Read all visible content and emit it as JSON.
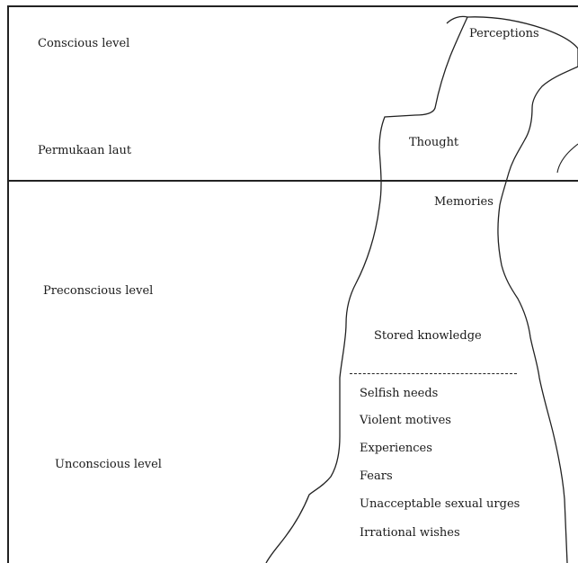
{
  "levels": {
    "conscious": "Conscious level",
    "sea_surface": "Permukaan laut",
    "preconscious": "Preconscious level",
    "unconscious": "Unconscious level"
  },
  "contents": {
    "perceptions": "Perceptions",
    "thought": "Thought",
    "memories": "Memories",
    "stored_knowledge": "Stored knowledge",
    "selfish_needs": "Selfish needs",
    "violent_motives": "Violent motives",
    "experiences": "Experiences",
    "fears": "Fears",
    "unacceptable_sexual_urges": "Unacceptable sexual urges",
    "irrational_wishes": "Irrational wishes"
  },
  "colors": {
    "line": "#222222",
    "text": "#1a1a1a",
    "background": "#ffffff"
  }
}
